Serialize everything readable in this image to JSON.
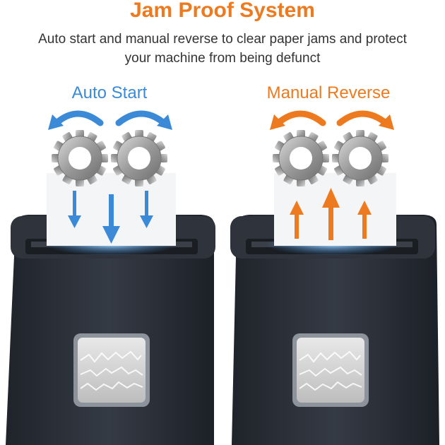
{
  "heading": {
    "title": "Jam Proof System",
    "subtitle": "Auto start and manual reverse to clear paper jams and protect your machine from being defunct"
  },
  "panels": [
    {
      "label": "Auto Start",
      "arrow_color": "#3a8ad8",
      "direction": "down"
    },
    {
      "label": "Manual Reverse",
      "arrow_color": "#ee7a1f",
      "direction": "up"
    }
  ],
  "colors": {
    "accent_orange": "#ee7a1f",
    "accent_blue": "#3a8ad8",
    "body_dark": "#2b3038"
  }
}
